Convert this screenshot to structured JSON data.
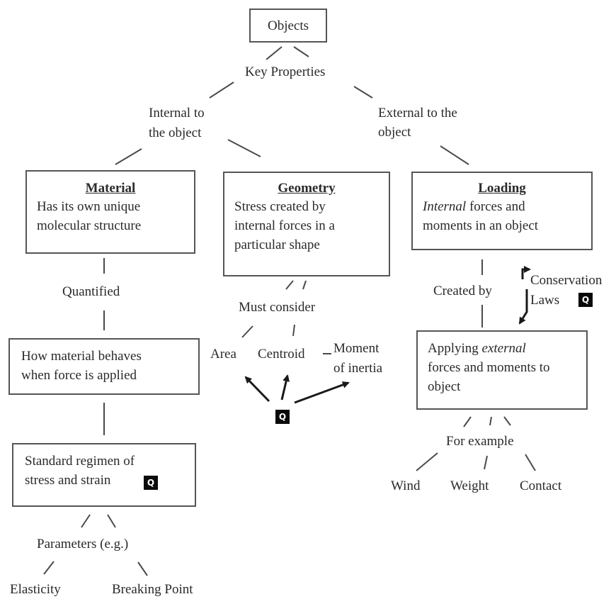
{
  "nodes": {
    "objects": "Objects",
    "key_properties": "Key Properties",
    "internal_1": "Internal to",
    "internal_2": "the object",
    "external_1": "External to the",
    "external_2": "object",
    "material": {
      "title": "Material",
      "line1": "Has its own unique",
      "line2": "molecular structure"
    },
    "geometry": {
      "title": "Geometry",
      "line1": "Stress created by",
      "line2": "internal forces in a",
      "line3": "particular shape"
    },
    "loading": {
      "title": "Loading",
      "line1_em": "Internal",
      "line1_rest": " forces and",
      "line2": "moments in an object"
    },
    "quantified": "Quantified",
    "behaves": {
      "line1": "How material behaves",
      "line2": "when force is applied"
    },
    "standard": {
      "line1": "Standard regimen of",
      "line2": "stress and strain"
    },
    "parameters": "Parameters (e.g.)",
    "elasticity": "Elasticity",
    "breaking_point": "Breaking Point",
    "must_consider": "Must consider",
    "area": "Area",
    "centroid": "Centroid",
    "moment_1": "Moment",
    "moment_2": "of inertia",
    "created_by": "Created by",
    "conservation_1": "Conservation",
    "conservation_2": "Laws",
    "applying": {
      "line1_pre": "Applying ",
      "line1_em": "external",
      "line2": "forces and moments to",
      "line3": "object"
    },
    "for_example": "For example",
    "wind": "Wind",
    "weight": "Weight",
    "contact": "Contact"
  },
  "q_icon": "Q",
  "colors": {
    "line": "#4a4a4a",
    "border": "#555555",
    "q_bg": "#0a0a0a"
  }
}
